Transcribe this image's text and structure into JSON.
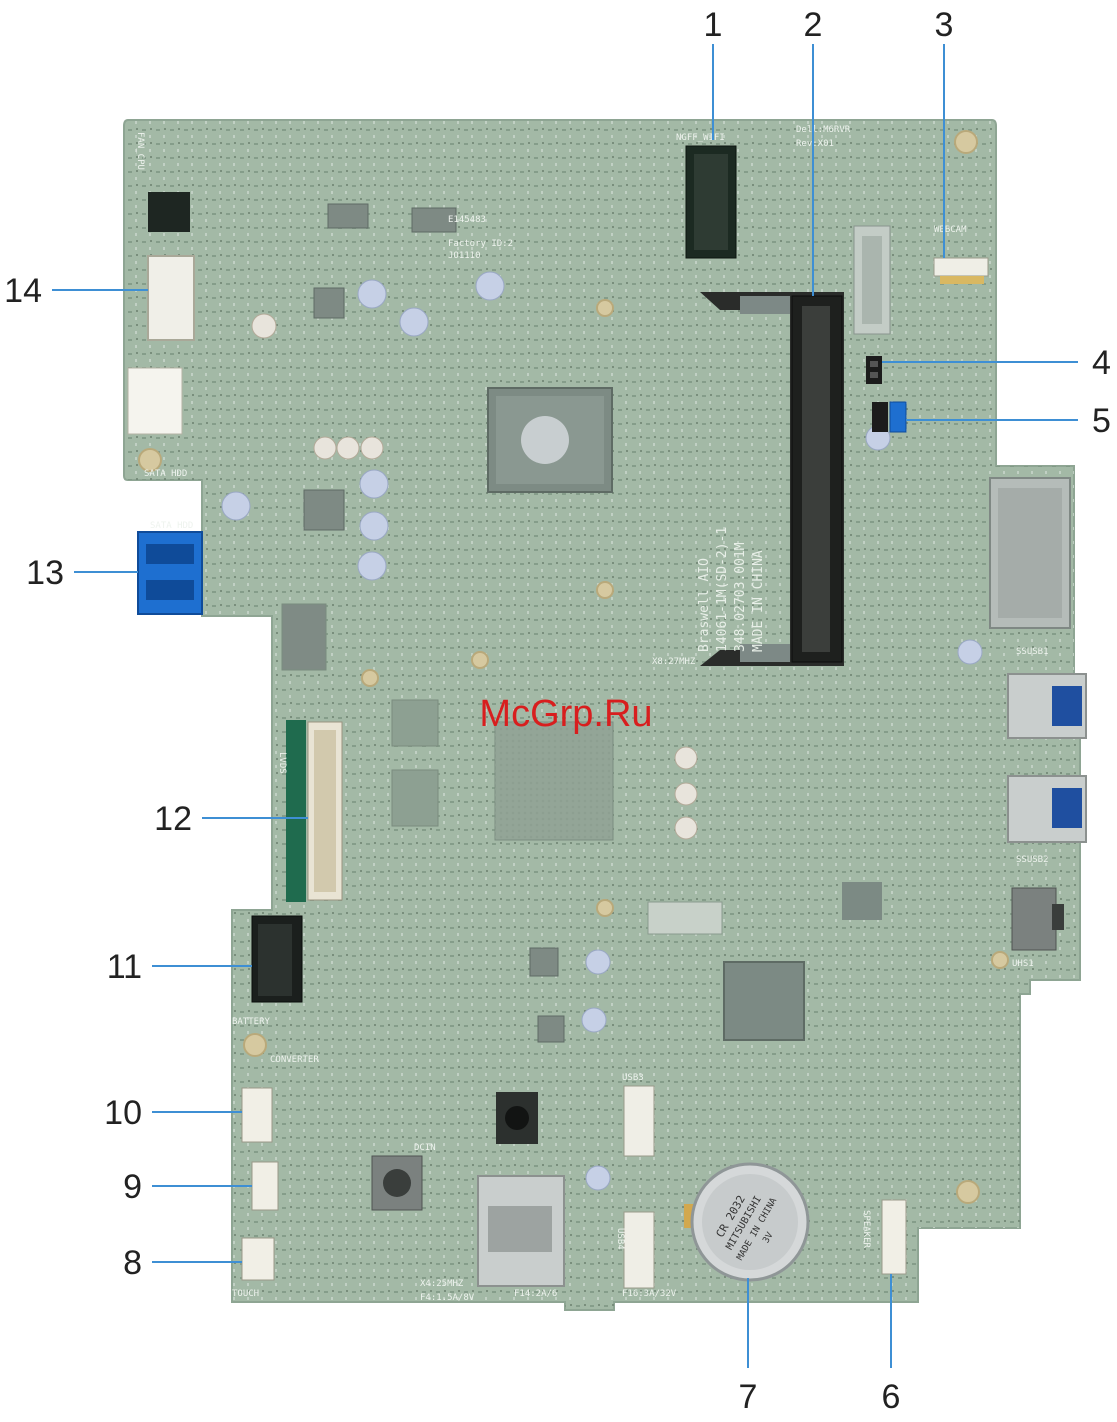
{
  "watermark": "McGrp.Ru",
  "callouts": [
    {
      "num": "1"
    },
    {
      "num": "2"
    },
    {
      "num": "3"
    },
    {
      "num": "4"
    },
    {
      "num": "5"
    },
    {
      "num": "6"
    },
    {
      "num": "7"
    },
    {
      "num": "8"
    },
    {
      "num": "9"
    },
    {
      "num": "10"
    },
    {
      "num": "11"
    },
    {
      "num": "12"
    },
    {
      "num": "13"
    },
    {
      "num": "14"
    }
  ],
  "silkscreen": {
    "ngff_wifi": "NGFF_WIFI",
    "dell_part": "Dell:M6RVR",
    "rev": "Rev:X01",
    "webcam": "WEBCAM",
    "fan_cpu": "FAN_CPU",
    "sata_hdd": "SATA HDD",
    "lvds": "LVDS",
    "battery": "BATTERY",
    "converter": "CONVERTER",
    "touch": "TOUCH",
    "speaker": "SPEAKER",
    "usb3": "USB3",
    "usb4": "USB4",
    "dcin": "DCIN",
    "ssusb1": "SSUSB1",
    "ssusb2": "SSUSB2",
    "uhs1": "UHS1",
    "x4": "X4:25MHZ",
    "f4": "F4:1.5A/8V",
    "f14": "F14:2A/6",
    "f16": "F16:3A/32V",
    "x8": "X8:27MHZ",
    "e145483": "E145483",
    "factory": "Factory ID:2",
    "jo": "JO1110",
    "board_l1": "Braswell AIO",
    "board_l2": "14061-1M(SD-2)-1",
    "board_l3": "348.02703.001M",
    "board_l4": "MADE IN CHINA",
    "battery_l1": "CR 2032",
    "battery_l2": "MITSUBISHI",
    "battery_l3": "MADE IN CHINA",
    "battery_l4": "3V"
  },
  "colors": {
    "board": "#9fb7a3",
    "board_dark": "#8aa48f",
    "connector_blue": "#1e6fd0",
    "connector_white": "#f2f2ee",
    "leader": "#3e8fd4",
    "chip": "#6f7a74"
  }
}
